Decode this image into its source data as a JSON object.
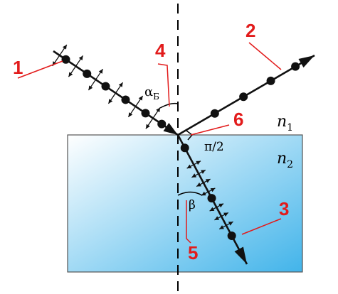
{
  "labels": {
    "ray1": "1",
    "ray2": "2",
    "ray3": "3",
    "mark4": "4",
    "mark5": "5",
    "mark6": "6",
    "angle_brewster": "αБ",
    "right_angle": "π/2",
    "angle_beta": "β",
    "medium1": "n1",
    "medium2": "n2"
  },
  "colors": {
    "label_red": "#e21b1b",
    "glass_top": "#ffffff",
    "glass_bottom": "#42b4ea",
    "ray": "#111111"
  }
}
